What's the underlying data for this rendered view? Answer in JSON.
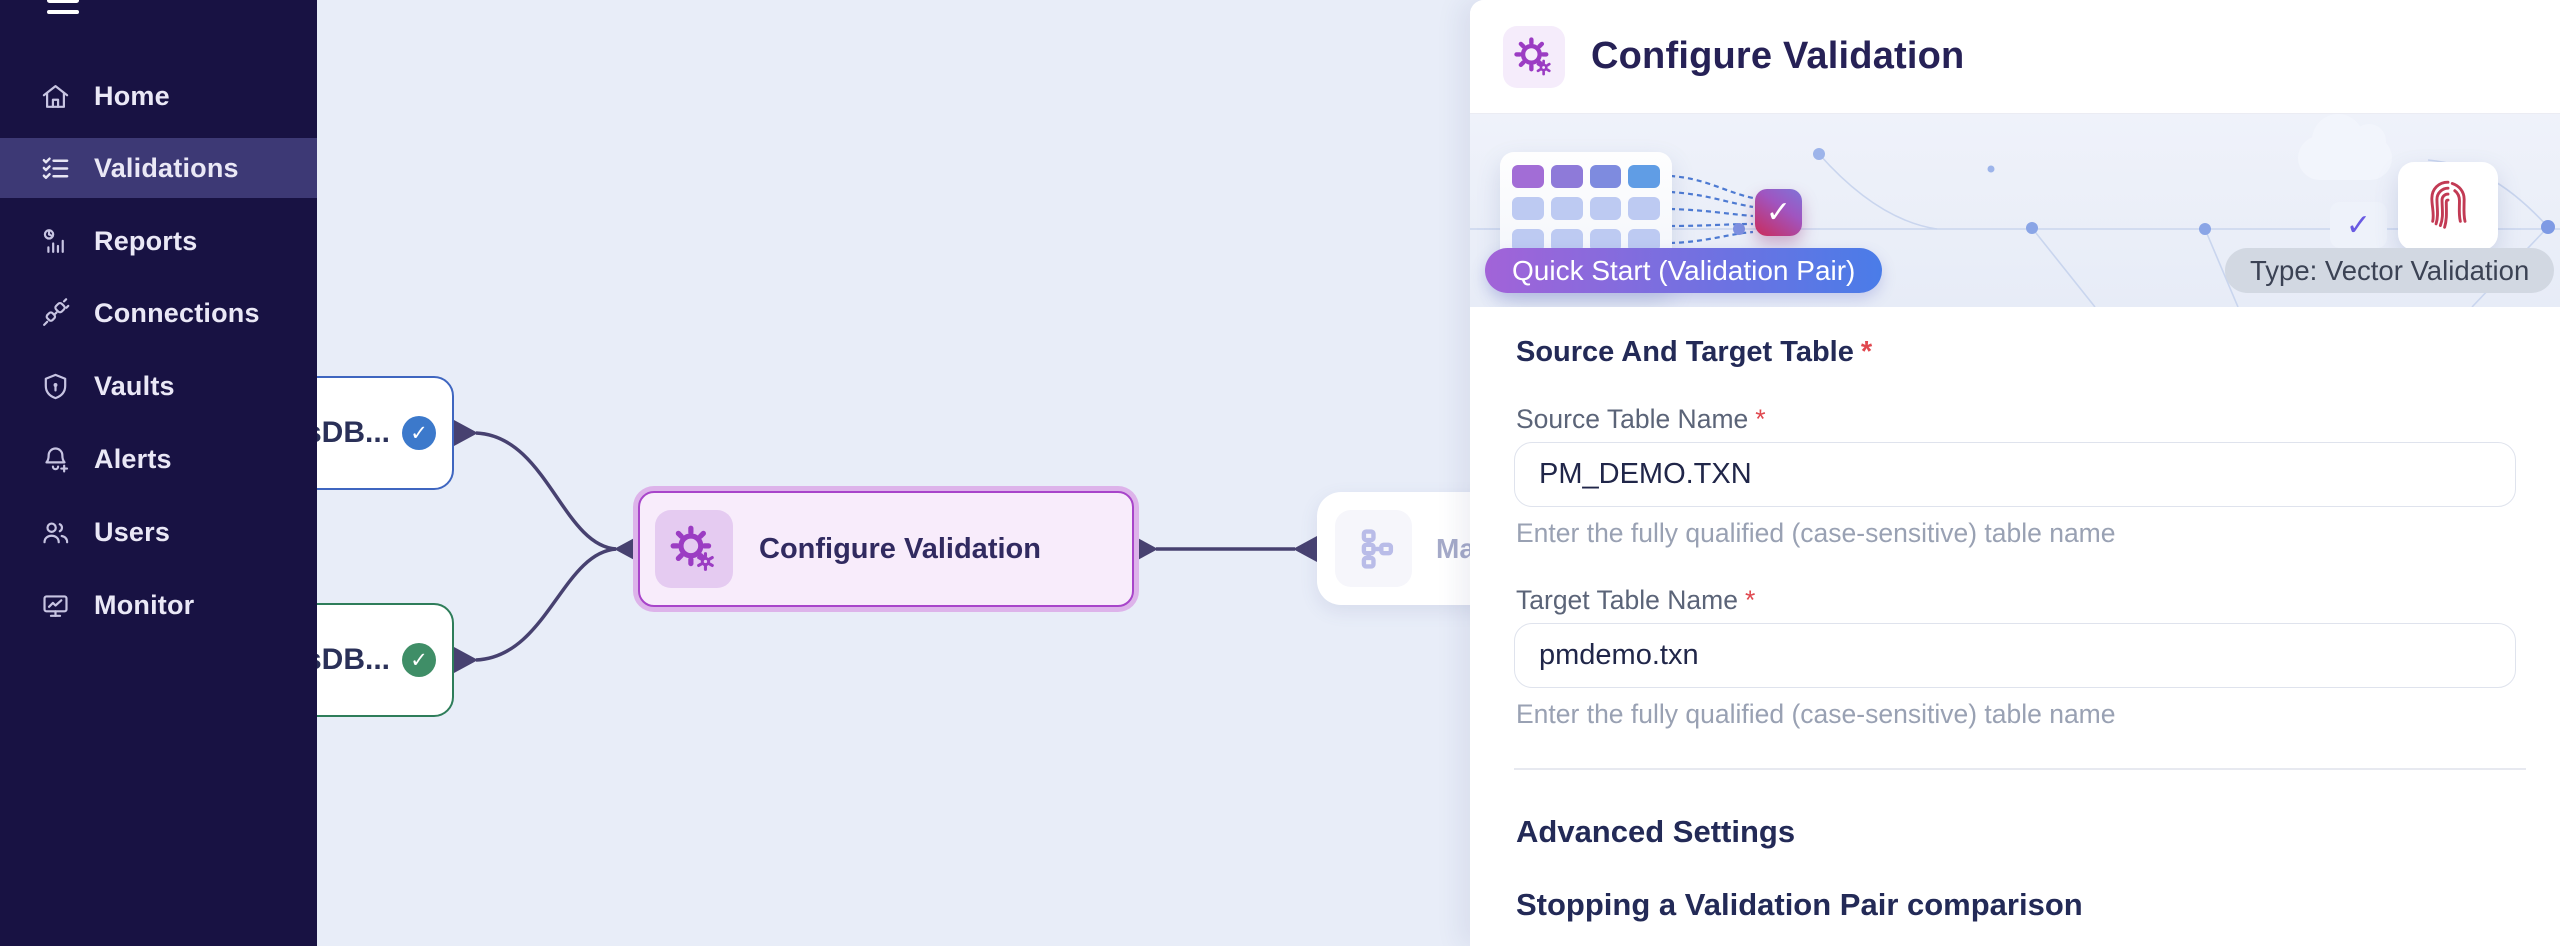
{
  "glyphs": {
    "check": "✓"
  },
  "sidebar": {
    "items": [
      {
        "label": "Home",
        "icon": "home-icon",
        "active": false
      },
      {
        "label": "Validations",
        "icon": "checklist-icon",
        "active": true
      },
      {
        "label": "Reports",
        "icon": "report-chart-icon",
        "active": false
      },
      {
        "label": "Connections",
        "icon": "plug-icon",
        "active": false
      },
      {
        "label": "Vaults",
        "icon": "shield-icon",
        "active": false
      },
      {
        "label": "Alerts",
        "icon": "bell-plus-icon",
        "active": false
      },
      {
        "label": "Users",
        "icon": "users-icon",
        "active": false
      },
      {
        "label": "Monitor",
        "icon": "monitor-icon",
        "active": false
      }
    ]
  },
  "canvas": {
    "nodes": {
      "source": {
        "label": "sDB...",
        "status": "verified"
      },
      "target": {
        "label": "sDB...",
        "status": "verified"
      },
      "configure": {
        "label": "Configure Validation"
      },
      "mapping": {
        "label": "Ma"
      }
    }
  },
  "panel": {
    "title": "Configure Validation",
    "badges": {
      "quick_start": "Quick Start (Validation Pair)",
      "type": "Type: Vector Validation"
    },
    "form": {
      "section_title": "Source And Target Table",
      "required_mark": "*",
      "source_label": "Source Table Name",
      "source_value": "PM_DEMO.TXN",
      "source_help": "Enter the fully qualified (case-sensitive) table name",
      "target_label": "Target Table Name",
      "target_value": "pmdemo.txn",
      "target_help": "Enter the fully qualified (case-sensitive) table name"
    },
    "advanced_settings_heading": "Advanced Settings",
    "stopping_heading": "Stopping a Validation Pair comparison"
  },
  "colors": {
    "sidebar_bg": "#181243",
    "sidebar_active_bg": "#3d3975",
    "canvas_bg": "#e8edf8",
    "accent_purple": "#9b3cc3",
    "node_blue_border": "#3f66c0",
    "node_green_border": "#2e7d5a",
    "badge_blue": "#3c79cb",
    "badge_green": "#3f8e67",
    "edge_color": "#474170",
    "required_red": "#e0484f",
    "quickstart_gradient": [
      "#a263d8",
      "#4a7ce8"
    ],
    "type_badge_bg": "#d2d8e2"
  }
}
